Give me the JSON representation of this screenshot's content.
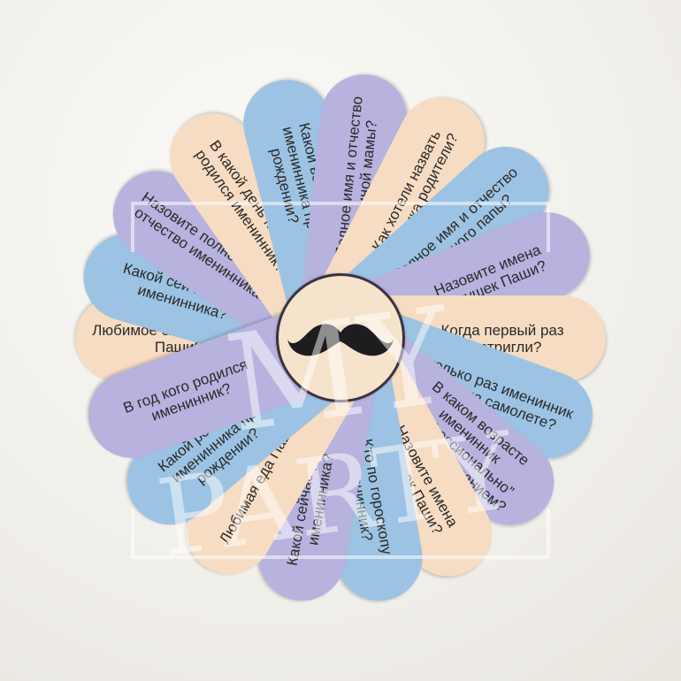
{
  "colors": {
    "blue": "#9cc3e3",
    "peach": "#f6dcc2",
    "purple": "#b7b2de",
    "ink": "#2a2a2a",
    "center": "#f6e3cc"
  },
  "petals": [
    {
      "text": "Любимое слово или звук Паши?",
      "angle": 180,
      "color": "#f6dcc2"
    },
    {
      "text": "Какой сейчас вес у именинника?",
      "angle": 196,
      "color": "#9cc3e3"
    },
    {
      "text": "Назовите полное имя и отчество именинника?",
      "angle": 214,
      "color": "#b7b2de"
    },
    {
      "text": "В какой день недели родился именинник?",
      "angle": 235,
      "color": "#f6dcc2"
    },
    {
      "text": "Какой вес был у именинника при рождении?",
      "angle": 256,
      "color": "#9cc3e3"
    },
    {
      "text": "Полное имя и отчество Пашиной мамы?",
      "angle": 276,
      "color": "#b7b2de"
    },
    {
      "text": "Как хотели назвать мальчика родители?",
      "angle": 297,
      "color": "#f6dcc2"
    },
    {
      "text": "Полное имя и отчество Пашиного папы?",
      "angle": 318,
      "color": "#9cc3e3"
    },
    {
      "text": "Назовите имена дедушек Паши?",
      "angle": 338,
      "color": "#b7b2de"
    },
    {
      "text": "Когда первый раз постригли?",
      "angle": 0,
      "color": "#f6dcc2"
    },
    {
      "text": "Сколько раз именинник летал на самолете?",
      "angle": 20,
      "color": "#9cc3e3"
    },
    {
      "text": "В каком возрасте именинник “профессионально” занялся плаванием?",
      "angle": 40,
      "color": "#b7b2de"
    },
    {
      "text": "Назовите имена бабушек Паши?",
      "angle": 61,
      "color": "#f6dcc2"
    },
    {
      "text": "Кто по гороскопу именинник?",
      "angle": 80,
      "color": "#9cc3e3"
    },
    {
      "text": "Какой сейчас рост у именинника?",
      "angle": 100,
      "color": "#b7b2de"
    },
    {
      "text": "Любимая еда Паши?",
      "angle": 120,
      "color": "#f6dcc2"
    },
    {
      "text": "Какой рост был у именинника при рождении?",
      "angle": 140,
      "color": "#9cc3e3"
    },
    {
      "text": "В год кого родился именинник?",
      "angle": 160,
      "color": "#b7b2de"
    }
  ],
  "center": {
    "icon": "mustache-icon"
  },
  "watermark": {
    "line1": "MY",
    "line2": "PARTY"
  }
}
